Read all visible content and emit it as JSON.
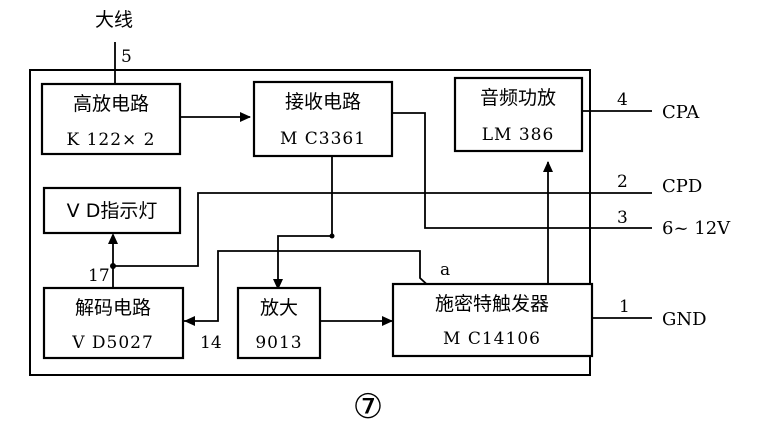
{
  "blocks": {
    "hf_amp": {
      "name": "高放电路",
      "part": "K 122× 2"
    },
    "receiver": {
      "name": "接收电路",
      "part": "M C3361"
    },
    "audio": {
      "name": "音频功放",
      "part": "LM 386"
    },
    "vd_led": {
      "name": "V D指示灯"
    },
    "decoder": {
      "name": "解码电路",
      "part": "V D5027"
    },
    "amp": {
      "name": "放大",
      "part": "9013"
    },
    "trigger": {
      "name": "施密特触发器",
      "part": "M C14106"
    }
  },
  "antenna": {
    "label": "大线",
    "pin": "5"
  },
  "pins": {
    "p4": "4",
    "p2": "2",
    "p3": "3",
    "p1": "1",
    "p17": "17",
    "p14": "14",
    "pa": "a"
  },
  "terminals": {
    "cpa": "CPA",
    "cpd": "CPD",
    "vcc": "6~ 12V",
    "gnd": "GND"
  },
  "figure_number": "⑦"
}
